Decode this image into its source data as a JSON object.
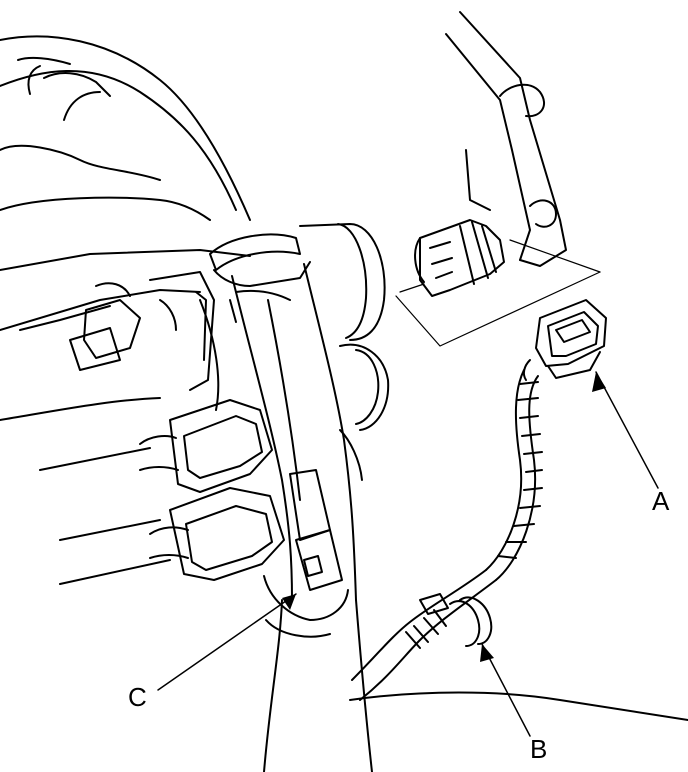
{
  "diagram": {
    "colors": {
      "line": "#000000",
      "background": "#ffffff"
    },
    "callouts": {
      "a": "A",
      "b": "B",
      "c": "C"
    }
  }
}
